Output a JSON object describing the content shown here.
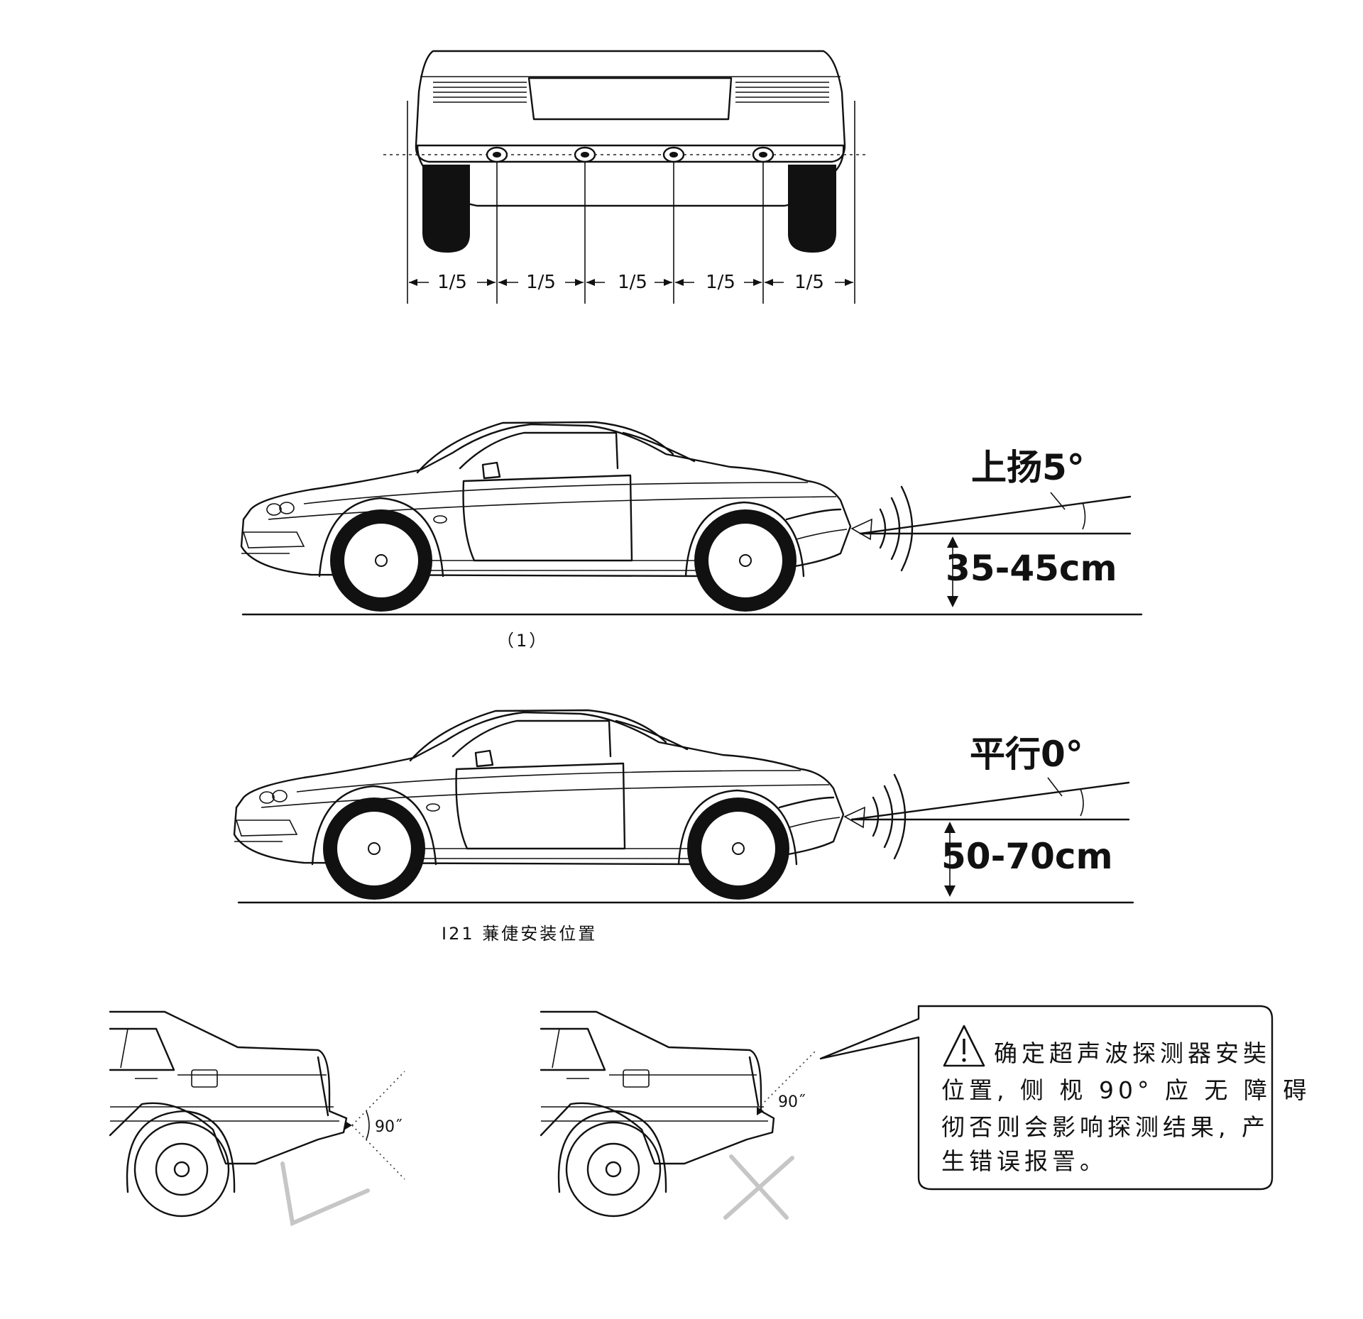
{
  "rear_view": {
    "segment_labels": [
      "1/5",
      "1/5",
      "1/5",
      "1/5",
      "1/5"
    ]
  },
  "side_view_1": {
    "angle_label": "上扬5°",
    "height_label": "35-45cm",
    "caption": "（1）"
  },
  "side_view_2": {
    "angle_label": "平行0°",
    "height_label": "50-70cm",
    "caption": "I21 蒹倢安装位置"
  },
  "mount_examples": {
    "left_angle": "90˝",
    "right_angle": "90˝",
    "warning_icon": "warning-triangle-icon",
    "warning_lines": [
      "确定超声波探测器安奘",
      "位置, 侧 枧 90° 应 无 障 碍",
      "彻否则会影响探测结果, 产",
      "生错误报詈。"
    ]
  }
}
